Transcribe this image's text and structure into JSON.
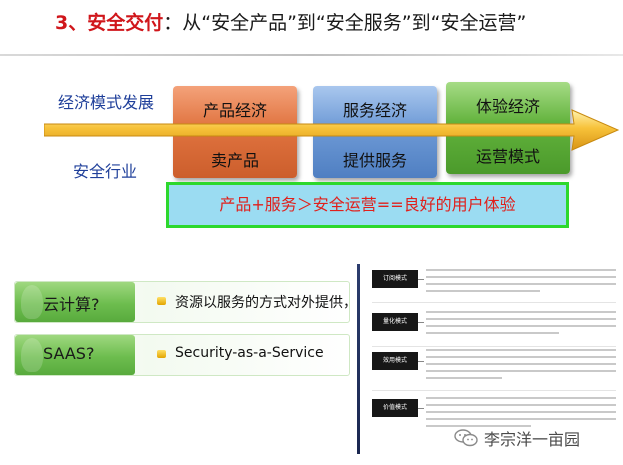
{
  "title": {
    "number": "3、",
    "main": "安全交付",
    "rest": "：从“安全产品”到“安全服务”到“安全运营”"
  },
  "row_labels": {
    "economic": "经济模式发展",
    "industry": "安全行业"
  },
  "blocks": [
    {
      "top": "产品经济",
      "bottom": "卖产品"
    },
    {
      "top": "服务经济",
      "bottom": "提供服务"
    },
    {
      "top": "体验经济",
      "bottom": "运营模式"
    }
  ],
  "formula": "产品+服务＞安全运营==良好的用户体验",
  "bars": [
    {
      "tab": "云计算?",
      "desc": "资源以服务的方式对外提供，"
    },
    {
      "tab": "SAAS?",
      "desc": "Security-as-a-Service"
    }
  ],
  "thumbnail": {
    "modes": [
      "订阅模式",
      "量化模式",
      "效用模式",
      "价值模式"
    ]
  },
  "watermark": "李宗洋一亩园",
  "colors": {
    "title_red": "#d0161b",
    "row_label_blue": "#1f3f9a",
    "product_orange": "#e0733f",
    "service_blue": "#6e9ad6",
    "experience_green": "#62b23c",
    "formula_border": "#2dd82d",
    "formula_fill": "#9bdcf2",
    "formula_text": "#e0201c",
    "arrow_gold": "#f0b030"
  }
}
